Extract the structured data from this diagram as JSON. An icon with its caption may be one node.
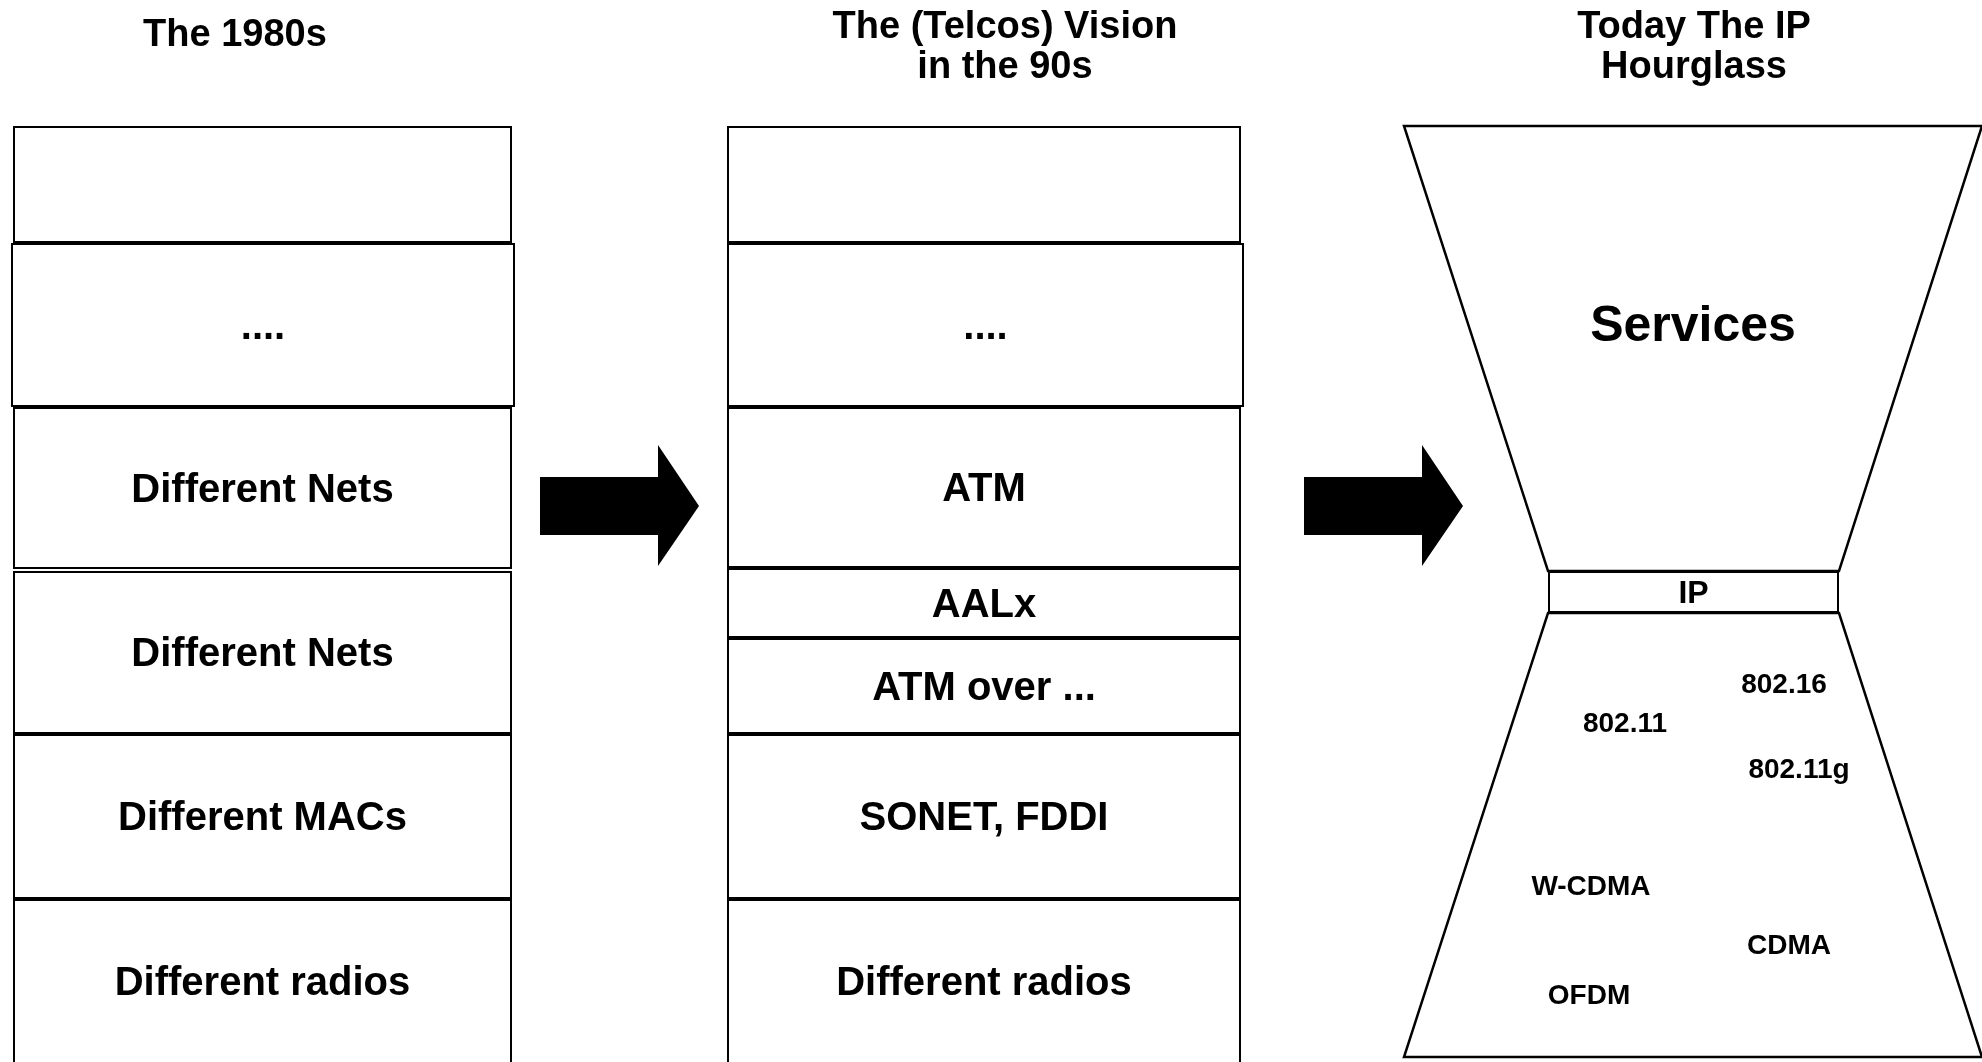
{
  "diagram": {
    "nodes": [
      {
        "text": [],
        "shape": "box"
      },
      {
        "text": [
          "...."
        ]
      },
      {
        "text": [
          "Different Nets"
        ]
      },
      {
        "text": [
          "Different Nets"
        ]
      },
      {
        "text": [
          "Different MACs"
        ]
      },
      {
        "text": [
          "Different radios"
        ]
      },
      {
        "text": [],
        "shape": "box"
      },
      {
        "text": [
          "...."
        ]
      },
      {
        "text": [
          "ATM"
        ]
      },
      {
        "text": [
          "AALx"
        ]
      },
      {
        "text": [
          "ATM over ..."
        ]
      },
      {
        "text": [
          "SONET, FDDI"
        ]
      },
      {
        "text": [
          "Different radios"
        ]
      },
      {
        "text": [
          "Services"
        ]
      },
      {
        "text": [
          "IP"
        ]
      },
      {
        "text": [
          "802.16",
          "802.11",
          "802.11g",
          "W-CDMA",
          "CDMA",
          "OFDM"
        ]
      }
    ],
    "edges": [
      {
        "from": 2,
        "to": 8,
        "arrow": "to"
      },
      {
        "from": 8,
        "to": 13,
        "arrow": "to"
      }
    ],
    "labels": [
      "The 1980s",
      "The (Telcos) Vision in the 90s",
      "Today The IP Hourglass"
    ]
  }
}
